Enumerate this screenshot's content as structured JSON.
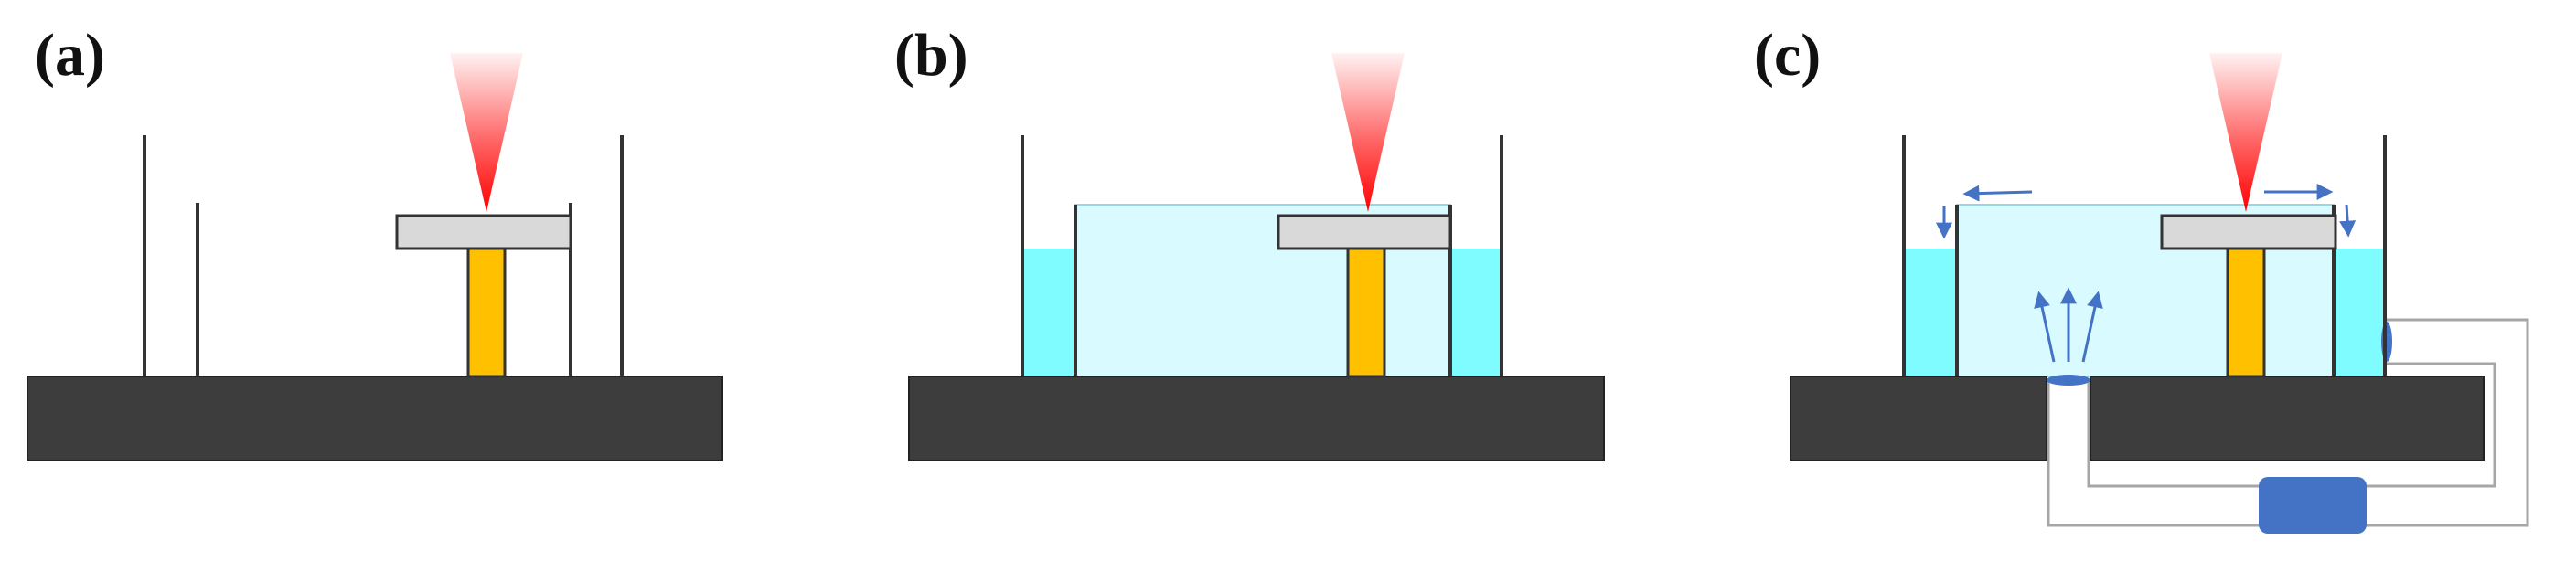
{
  "panels": [
    {
      "label": "(a)",
      "liquid": "none"
    },
    {
      "label": "(b)",
      "liquid": "filled"
    },
    {
      "label": "(c)",
      "liquid": "circulating"
    }
  ],
  "colors": {
    "base": "#3d3d3d",
    "pillar": "#ffc000",
    "plate": "#d9d9d9",
    "outer_liquid": "#7ffcff",
    "inner_liquid": "#d9fbff",
    "laser": "#ff0000",
    "flow_arrows": "#4472c4",
    "pump": "#4472c4",
    "pipe": "#a6a6a6"
  },
  "icons": [
    "laser-beam-icon",
    "flow-arrow-icon",
    "pump-icon"
  ]
}
